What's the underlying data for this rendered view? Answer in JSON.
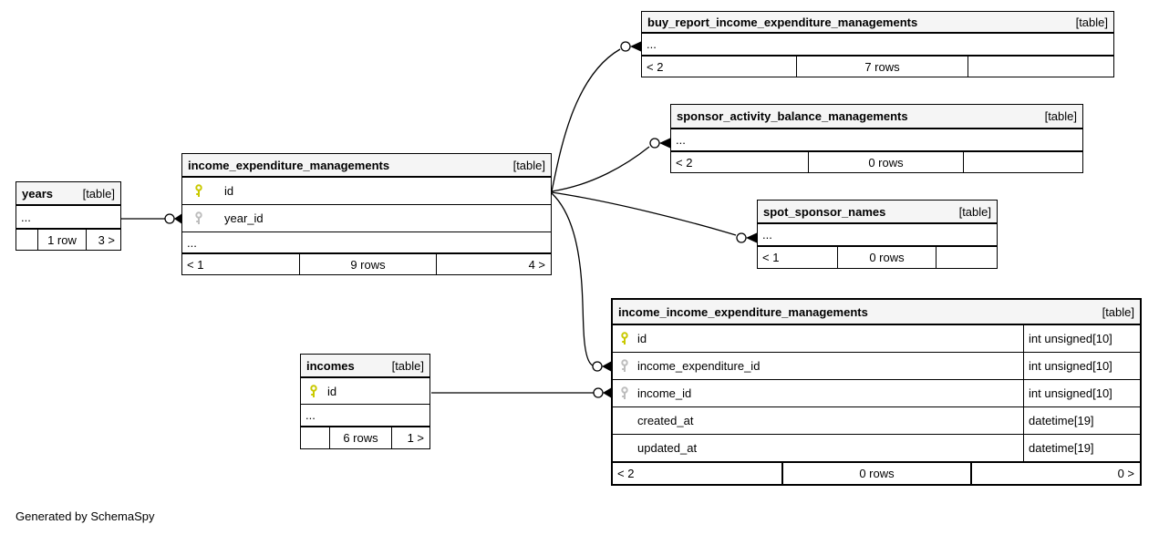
{
  "footer_note": "Generated by SchemaSpy",
  "colors": {
    "primary_key_icon": "#c9c900",
    "foreign_key_icon": "#bdbdbd",
    "table_header_bg": "#f5f5f5",
    "border": "#000000",
    "background": "#ffffff"
  },
  "tables": [
    {
      "name": "years",
      "tag": "[table]",
      "ellipsis": "...",
      "footer": {
        "left": "",
        "center": "1 row",
        "right": "3 >"
      }
    },
    {
      "name": "income_expenditure_managements",
      "tag": "[table]",
      "columns": [
        {
          "name": "id",
          "key": "primary"
        },
        {
          "name": "year_id",
          "key": "foreign"
        }
      ],
      "ellipsis": "...",
      "footer": {
        "left": "< 1",
        "center": "9 rows",
        "right": "4 >"
      }
    },
    {
      "name": "buy_report_income_expenditure_managements",
      "tag": "[table]",
      "ellipsis": "...",
      "footer": {
        "left": "< 2",
        "center": "7 rows",
        "right": ""
      }
    },
    {
      "name": "sponsor_activity_balance_managements",
      "tag": "[table]",
      "ellipsis": "...",
      "footer": {
        "left": "< 2",
        "center": "0 rows",
        "right": ""
      }
    },
    {
      "name": "spot_sponsor_names",
      "tag": "[table]",
      "ellipsis": "...",
      "footer": {
        "left": "< 1",
        "center": "0 rows",
        "right": ""
      }
    },
    {
      "name": "incomes",
      "tag": "[table]",
      "columns": [
        {
          "name": "id",
          "key": "primary"
        }
      ],
      "ellipsis": "...",
      "footer": {
        "left": "",
        "center": "6 rows",
        "right": "1 >"
      }
    },
    {
      "name": "income_income_expenditure_managements",
      "tag": "[table]",
      "columns": [
        {
          "name": "id",
          "key": "primary",
          "type": "int unsigned[10]"
        },
        {
          "name": "income_expenditure_id",
          "key": "foreign",
          "type": "int unsigned[10]"
        },
        {
          "name": "income_id",
          "key": "foreign",
          "type": "int unsigned[10]"
        },
        {
          "name": "created_at",
          "key": "none",
          "type": "datetime[19]"
        },
        {
          "name": "updated_at",
          "key": "none",
          "type": "datetime[19]"
        }
      ],
      "footer": {
        "left": "< 2",
        "center": "0 rows",
        "right": "0 >"
      }
    }
  ]
}
